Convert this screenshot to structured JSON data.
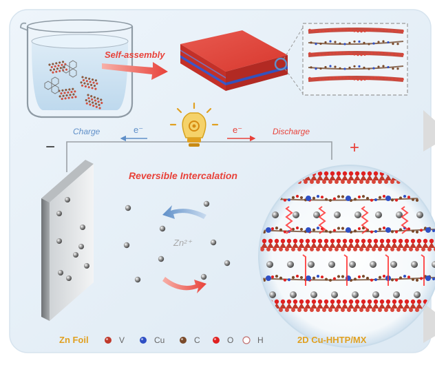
{
  "labels": {
    "self_assembly": "Self-assembly",
    "charge": "Charge",
    "discharge": "Discharge",
    "electron_left": "e⁻",
    "electron_right": "e⁻",
    "minus": "−",
    "plus": "+",
    "reversible": "Reversible Intercalation",
    "zn_ion": "Zn²⁺"
  },
  "legend": {
    "zn_foil": "Zn Foil",
    "items": [
      {
        "label": "V",
        "color": "#c0392b"
      },
      {
        "label": "Cu",
        "color": "#2f4fc4"
      },
      {
        "label": "C",
        "color": "#7a4a2a"
      },
      {
        "label": "O",
        "color": "#e02020"
      },
      {
        "label": "H",
        "color": "#e8e8e8"
      }
    ],
    "material": "2D Cu-HHTP/MX"
  },
  "colors": {
    "panel_bg": "#e8f1f8",
    "accent_red": "#e8423a",
    "accent_blue": "#5f8fc8",
    "gold": "#e0a020",
    "vanadium_red": "#c0392b",
    "copper_blue": "#2f4fc4"
  }
}
